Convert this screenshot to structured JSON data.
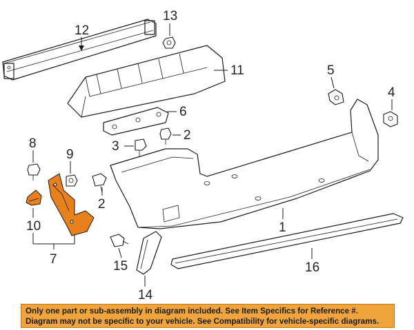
{
  "callouts": {
    "c1": "1",
    "c2a": "2",
    "c2b": "2",
    "c3": "3",
    "c4": "4",
    "c5": "5",
    "c6": "6",
    "c7": "7",
    "c8": "8",
    "c9": "9",
    "c10": "10",
    "c11": "11",
    "c12": "12",
    "c13": "13",
    "c14": "14",
    "c15": "15",
    "c16": "16"
  },
  "highlighted_parts": [
    "7",
    "10"
  ],
  "colors": {
    "highlight": "#e8801e",
    "banner_background": "#f0a53c",
    "line": "#1a1a1a"
  },
  "notice": {
    "line1": "Only one part or sub-assembly in diagram included. See Item Specifics for Reference #.",
    "line2": "Diagram may not be specific to your vehicle. See Compatibility for vehicle-specific diagrams."
  }
}
